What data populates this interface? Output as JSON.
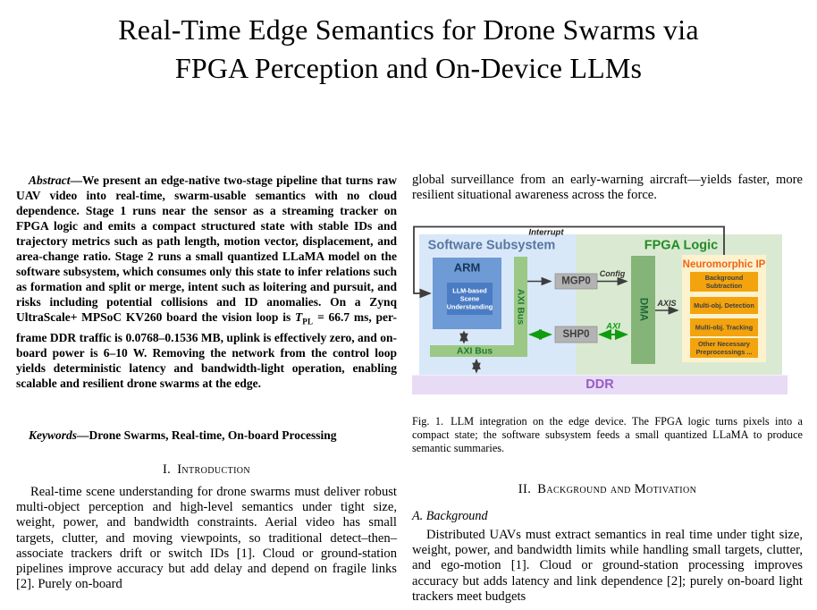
{
  "title": {
    "line1": "Real-Time Edge Semantics for Drone Swarms via",
    "line2": "FPGA Perception and On-Device LLMs"
  },
  "abstract": {
    "label": "Abstract",
    "dash": "—",
    "pre_math": "We present an edge-native two-stage pipeline that turns raw UAV video into real-time, swarm-usable semantics with no cloud dependence. Stage 1 runs near the sensor as a streaming tracker on FPGA logic and emits a compact structured state with stable IDs and trajectory metrics such as path length, motion vector, displacement, and area-change ratio. Stage 2 runs a small quantized LLaMA model on the software subsystem, which consumes only this state to infer relations such as formation and split or merge, intent such as loitering and pursuit, and risks including potential collisions and ID anomalies. On a Zynq UltraScale+ MPSoC KV260 board the vision loop is ",
    "math_var": "T",
    "math_sub": "PL",
    "post_math": " = 66.7 ms, per-frame DDR traffic is 0.0768–0.1536 MB, uplink is effectively zero, and on-board power is 6–10 W. Removing the network from the control loop yields deterministic latency and bandwidth-light operation, enabling scalable and resilient drone swarms at the edge."
  },
  "keywords": {
    "label": "Keywords",
    "dash": "—",
    "text": "Drone Swarms, Real-time, On-board Processing"
  },
  "sections": {
    "intro_num": "I.",
    "intro_title": "Introduction",
    "intro_text": "Real-time scene understanding for drone swarms must deliver robust multi-object perception and high-level semantics under tight size, weight, power, and bandwidth constraints. Aerial video has small targets, clutter, and moving viewpoints, so traditional detect–then–associate trackers drift or switch IDs [1]. Cloud or ground-station pipelines improve accuracy but add delay and depend on fragile links [2]. Purely on-board",
    "rcol_continuation": "global surveillance from an early-warning aircraft—yields faster, more resilient situational awareness across the force.",
    "bg_num": "II.",
    "bg_title": "Background and Motivation",
    "bg_subhead": "A. Background",
    "bg_text": "Distributed UAVs must extract semantics in real time under tight size, weight, power, and bandwidth limits while handling small targets, clutter, and ego-motion [1]. Cloud or ground-station processing improves accuracy but adds latency and link dependence [2]; purely on-board light trackers meet budgets"
  },
  "figure": {
    "caption_label": "Fig. 1.",
    "caption_text": "LLM integration on the edge device. The FPGA logic turns pixels into a compact state; the software subsystem feeds a small quantized LLaMA to produce semantic summaries.",
    "labels": {
      "interrupt": "Interrupt",
      "software_subsystem": "Software Subsystem",
      "fpga_logic": "FPGA Logic",
      "arm": "ARM",
      "llm_line1": "LLM-based",
      "llm_line2": "Scene",
      "llm_line3": "Understanding",
      "axi_bus_vertical": "AXI Bus",
      "axi_bus_horizontal": "AXI Bus",
      "mgp0": "MGP0",
      "shp0": "SHP0",
      "config": "Config",
      "axis": "AXIS",
      "axi": "AXI",
      "dma": "DMA",
      "neuromorphic_ip": "Neuromorphic IP",
      "nip_box1_line1": "Background",
      "nip_box1_line2": "Subtraction",
      "nip_box2": "Multi-obj. Detection",
      "nip_box3": "Multi-obj. Tracking",
      "nip_box4_line1": "Other Necessary",
      "nip_box4_line2": "Preprocessings ...",
      "ddr": "DDR"
    },
    "colors": {
      "software_bg": "#d9e8f9",
      "fpga_bg": "#daead2",
      "arm_fill": "#6e9ad5",
      "llm_fill": "#4a7cc4",
      "axi_bar": "#9cc885",
      "dma_fill": "#84b478",
      "gray_box": "#b3b3b3",
      "nip_bg": "#fcf2cd",
      "nip_orange": "#f2a30e",
      "nip_title": "#f26419",
      "ddr_bg": "#e8dbf5",
      "ddr_text": "#9a5bc8",
      "green_arrow": "#0f9d0f",
      "dark_arrow": "#3d3d3d",
      "software_title": "#56779f",
      "fpga_title": "#238c23"
    }
  }
}
